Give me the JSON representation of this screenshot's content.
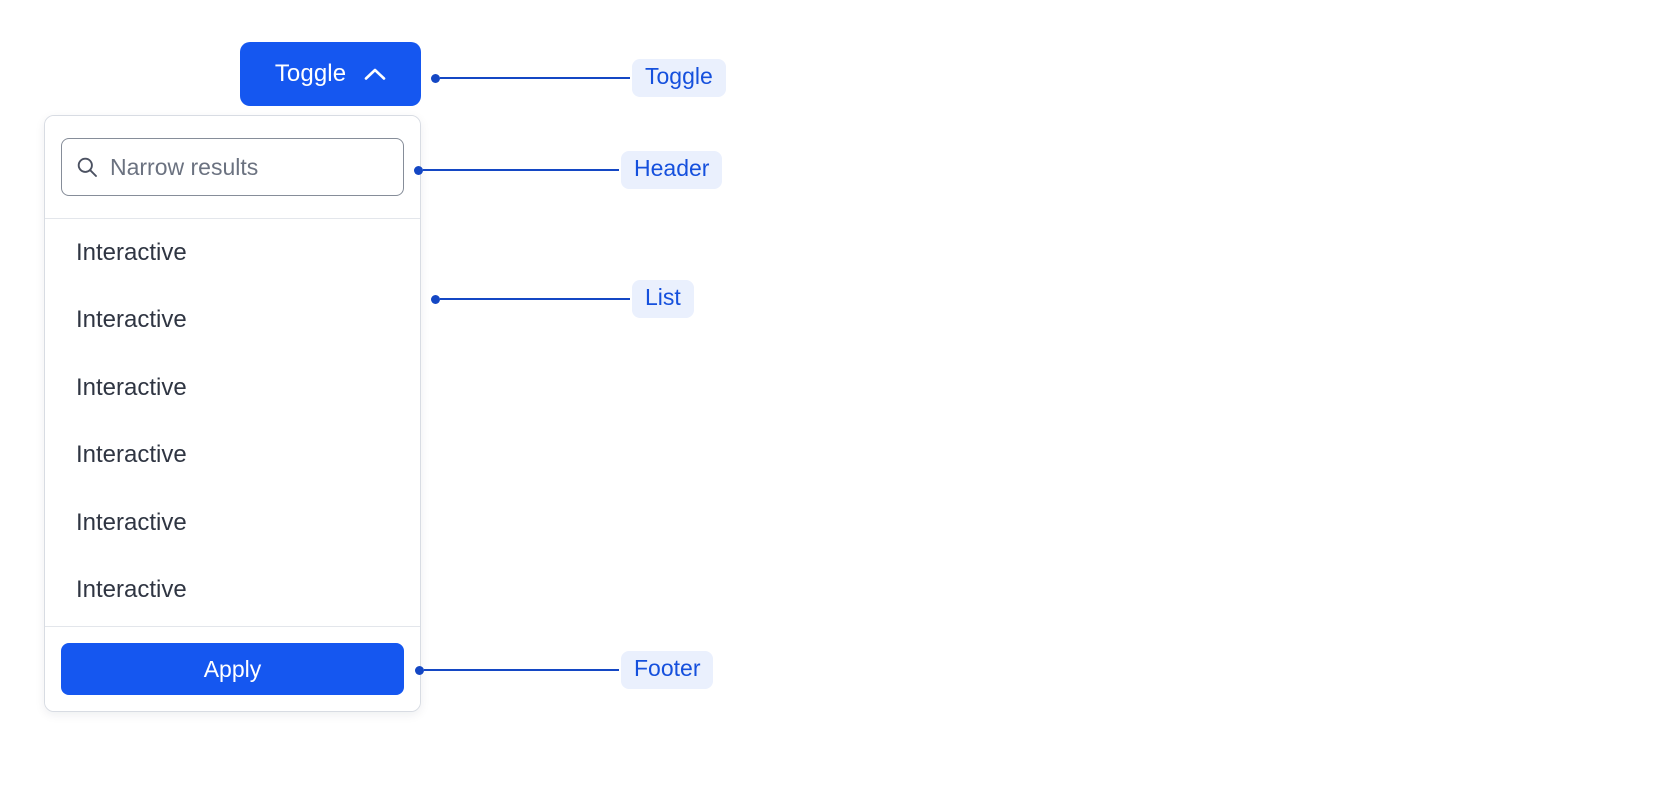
{
  "toggle": {
    "label": "Toggle",
    "icon": "chevron-up-icon",
    "expanded": true,
    "background_color": "#1557f0",
    "text_color": "#ffffff"
  },
  "panel": {
    "header": {
      "search": {
        "icon": "search-icon",
        "placeholder": "Narrow results",
        "value": ""
      }
    },
    "list": {
      "items": [
        {
          "label": "Interactive"
        },
        {
          "label": "Interactive"
        },
        {
          "label": "Interactive"
        },
        {
          "label": "Interactive"
        },
        {
          "label": "Interactive"
        },
        {
          "label": "Interactive"
        }
      ]
    },
    "footer": {
      "apply_label": "Apply",
      "apply_background_color": "#1557f0"
    },
    "border_color": "#d8dce3",
    "divider_color": "#e3e6eb"
  },
  "annotations": [
    {
      "id": "toggle",
      "label": "Toggle"
    },
    {
      "id": "header",
      "label": "Header"
    },
    {
      "id": "list",
      "label": "List"
    },
    {
      "id": "footer",
      "label": "Footer"
    }
  ],
  "colors": {
    "accent_blue": "#1557f0",
    "annotation_line": "#1447c4",
    "annotation_text": "#1550dd",
    "annotation_chip_bg": "#eaf0fd",
    "body_text": "#2f3542",
    "placeholder_text": "#6b7280",
    "page_background": "#ffffff"
  }
}
